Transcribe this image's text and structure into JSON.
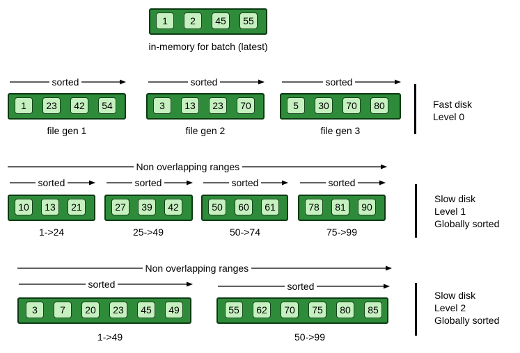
{
  "memory": {
    "values": [
      "1",
      "2",
      "45",
      "55"
    ],
    "caption": "in-memory for batch (latest)"
  },
  "level0": {
    "side_lines": [
      "Fast disk",
      "Level 0"
    ],
    "files": [
      {
        "arrow_label": "sorted",
        "values": [
          "1",
          "23",
          "42",
          "54"
        ],
        "caption": "file gen 1"
      },
      {
        "arrow_label": "sorted",
        "values": [
          "3",
          "13",
          "23",
          "70"
        ],
        "caption": "file gen 2"
      },
      {
        "arrow_label": "sorted",
        "values": [
          "5",
          "30",
          "70",
          "80"
        ],
        "caption": "file gen 3"
      }
    ]
  },
  "level1": {
    "range_label": "Non overlapping ranges",
    "side_lines": [
      "Slow disk",
      "Level 1",
      "Globally sorted"
    ],
    "files": [
      {
        "arrow_label": "sorted",
        "values": [
          "10",
          "13",
          "21"
        ],
        "caption": "1->24"
      },
      {
        "arrow_label": "sorted",
        "values": [
          "27",
          "39",
          "42"
        ],
        "caption": "25->49"
      },
      {
        "arrow_label": "sorted",
        "values": [
          "50",
          "60",
          "61"
        ],
        "caption": "50->74"
      },
      {
        "arrow_label": "sorted",
        "values": [
          "78",
          "81",
          "90"
        ],
        "caption": "75->99"
      }
    ]
  },
  "level2": {
    "range_label": "Non overlapping ranges",
    "side_lines": [
      "Slow disk",
      "Level 2",
      "Globally sorted"
    ],
    "files": [
      {
        "arrow_label": "sorted",
        "values": [
          "3",
          "7",
          "20",
          "23",
          "45",
          "49"
        ],
        "caption": "1->49"
      },
      {
        "arrow_label": "sorted",
        "values": [
          "55",
          "62",
          "70",
          "75",
          "80",
          "85"
        ],
        "caption": "50->99"
      }
    ]
  }
}
